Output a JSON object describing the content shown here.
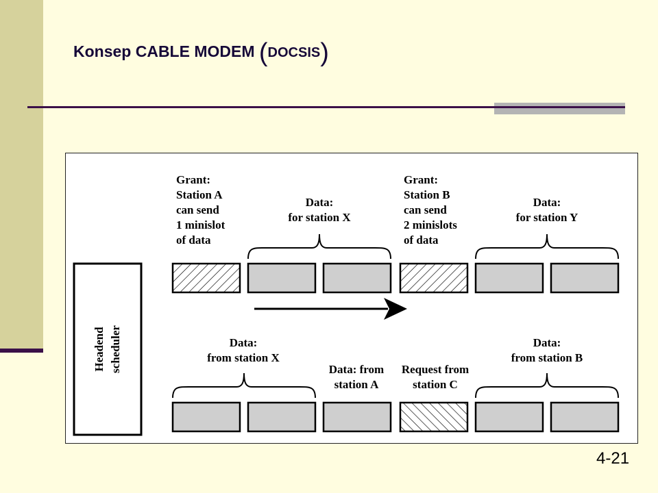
{
  "slide": {
    "title_main": "Konsep CABLE MODEM ",
    "title_open_paren": "(",
    "title_sub": "DOCSIS",
    "title_close_paren": ")",
    "page_number": "4-21"
  },
  "diagram": {
    "headend_label_line1": "Headend",
    "headend_label_line2": "scheduler",
    "downstream": {
      "grant_a": [
        "Grant:",
        "Station A",
        "can send",
        "1 minislot",
        "of data"
      ],
      "data_x": [
        "Data:",
        "for station X"
      ],
      "grant_b": [
        "Grant:",
        "Station B",
        "can send",
        "2 minislots",
        "of data"
      ],
      "data_y": [
        "Data:",
        "for station Y"
      ]
    },
    "upstream": {
      "data_from_x": [
        "Data:",
        "from station X"
      ],
      "data_from_a": [
        "Data: from",
        "station A"
      ],
      "request_c": [
        "Request from",
        "station C"
      ],
      "data_from_b": [
        "Data:",
        "from station B"
      ]
    }
  }
}
